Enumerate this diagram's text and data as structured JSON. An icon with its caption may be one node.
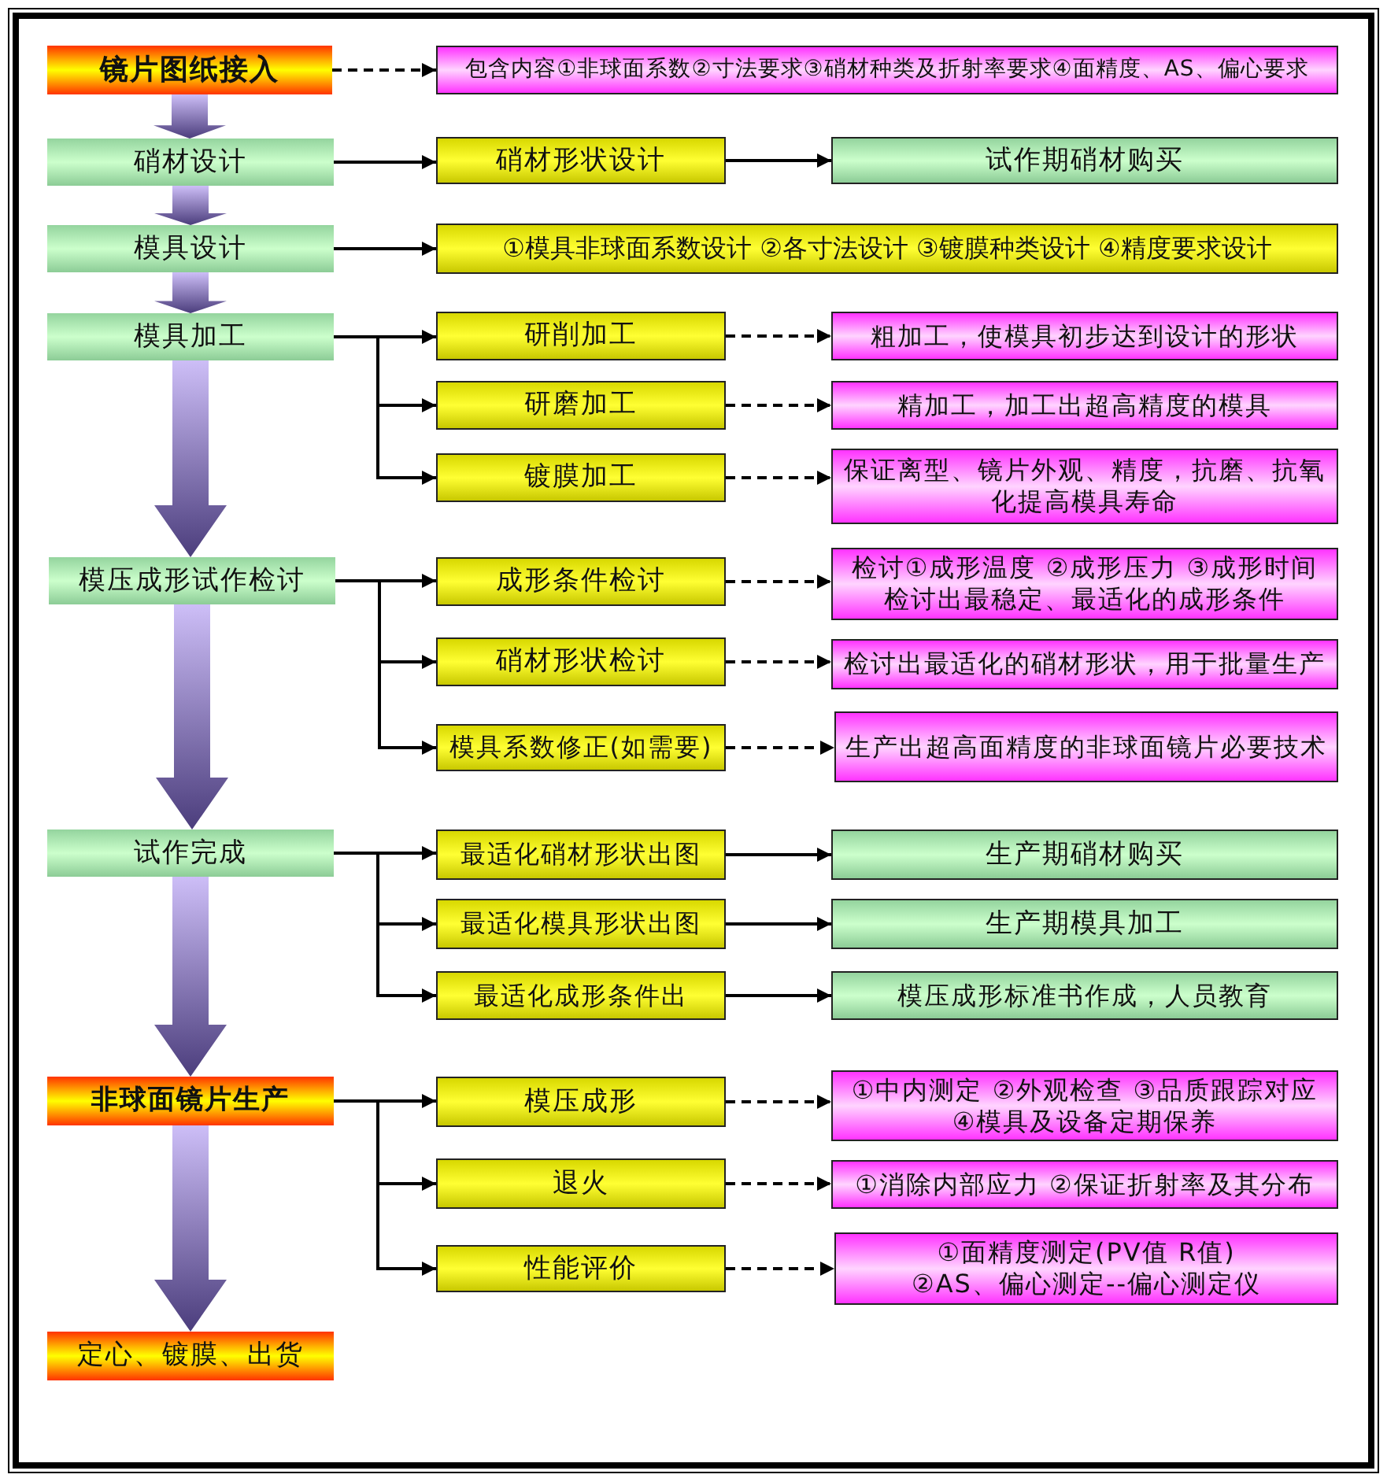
{
  "diagram": {
    "nodes": [
      {
        "text": [
          "镜片图纸接入"
        ]
      },
      {
        "text": [
          "包含内容①非球面系数②寸法要求③硝材种类及折射率要求④面精度、AS、偏心要求"
        ]
      },
      {
        "text": [
          "硝材设计"
        ]
      },
      {
        "text": [
          "硝材形状设计"
        ]
      },
      {
        "text": [
          "试作期硝材购买"
        ]
      },
      {
        "text": [
          "模具设计"
        ]
      },
      {
        "text": [
          "①模具非球面系数设计 ②各寸法设计 ③镀膜种类设计 ④精度要求设计"
        ]
      },
      {
        "text": [
          "模具加工"
        ]
      },
      {
        "text": [
          "研削加工"
        ]
      },
      {
        "text": [
          "粗加工，使模具初步达到设计的形状"
        ]
      },
      {
        "text": [
          "研磨加工"
        ]
      },
      {
        "text": [
          "精加工，加工出超高精度的模具"
        ]
      },
      {
        "text": [
          "镀膜加工"
        ]
      },
      {
        "text": [
          "保证离型、镜片外观、精度，抗磨、抗氧化提高模具寿命"
        ]
      },
      {
        "text": [
          "模压成形试作检讨"
        ]
      },
      {
        "text": [
          "成形条件检讨"
        ]
      },
      {
        "text": [
          "检讨①成形温度 ②成形压力 ③成形时间",
          "检讨出最稳定、最适化的成形条件"
        ]
      },
      {
        "text": [
          "硝材形状检讨"
        ]
      },
      {
        "text": [
          "检讨出最适化的硝材形状，用于批量生产"
        ]
      },
      {
        "text": [
          "模具系数修正(如需要)"
        ]
      },
      {
        "text": [
          "生产出超高面精度的非球面镜片必要技术"
        ]
      },
      {
        "text": [
          "试作完成"
        ]
      },
      {
        "text": [
          "最适化硝材形状出图"
        ]
      },
      {
        "text": [
          "生产期硝材购买"
        ]
      },
      {
        "text": [
          "最适化模具形状出图"
        ]
      },
      {
        "text": [
          "生产期模具加工"
        ]
      },
      {
        "text": [
          "最适化成形条件出"
        ]
      },
      {
        "text": [
          "模压成形标准书作成，人员教育"
        ]
      },
      {
        "text": [
          "非球面镜片生产"
        ]
      },
      {
        "text": [
          "模压成形"
        ]
      },
      {
        "text": [
          "①中内测定 ②外观检查 ③品质跟踪对应 ④模具及设备定期保养"
        ]
      },
      {
        "text": [
          "退火"
        ]
      },
      {
        "text": [
          "①消除内部应力 ②保证折射率及其分布"
        ]
      },
      {
        "text": [
          "性能评价"
        ]
      },
      {
        "text": [
          "①面精度测定(PV值 R值)",
          "②AS、偏心测定--偏心测定仪"
        ]
      },
      {
        "text": [
          "定心、镀膜、出货"
        ]
      }
    ],
    "edges": [
      {
        "from": 0,
        "to": 1,
        "arrow": "to",
        "style": "dashed"
      },
      {
        "from": 0,
        "to": 2,
        "arrow": "to",
        "style": "thick",
        "color": "#4b3d7c"
      },
      {
        "from": 2,
        "to": 3,
        "arrow": "to"
      },
      {
        "from": 3,
        "to": 4,
        "arrow": "to"
      },
      {
        "from": 2,
        "to": 5,
        "arrow": "to",
        "style": "thick",
        "color": "#4b3d7c"
      },
      {
        "from": 5,
        "to": 6,
        "arrow": "to"
      },
      {
        "from": 5,
        "to": 7,
        "arrow": "to",
        "style": "thick",
        "color": "#4b3d7c"
      },
      {
        "from": 7,
        "to": 8,
        "arrow": "to"
      },
      {
        "from": 7,
        "to": 10,
        "arrow": "to"
      },
      {
        "from": 7,
        "to": 12,
        "arrow": "to"
      },
      {
        "from": 8,
        "to": 9,
        "arrow": "to",
        "style": "dashed"
      },
      {
        "from": 10,
        "to": 11,
        "arrow": "to",
        "style": "dashed"
      },
      {
        "from": 12,
        "to": 13,
        "arrow": "to",
        "style": "dashed"
      },
      {
        "from": 7,
        "to": 14,
        "arrow": "to",
        "style": "thick",
        "color": "#4b3d7c"
      },
      {
        "from": 14,
        "to": 15,
        "arrow": "to"
      },
      {
        "from": 14,
        "to": 17,
        "arrow": "to"
      },
      {
        "from": 14,
        "to": 19,
        "arrow": "to"
      },
      {
        "from": 15,
        "to": 16,
        "arrow": "to",
        "style": "dashed"
      },
      {
        "from": 17,
        "to": 18,
        "arrow": "to",
        "style": "dashed"
      },
      {
        "from": 19,
        "to": 20,
        "arrow": "to",
        "style": "dashed"
      },
      {
        "from": 14,
        "to": 21,
        "arrow": "to",
        "style": "thick",
        "color": "#4b3d7c"
      },
      {
        "from": 21,
        "to": 22,
        "arrow": "to"
      },
      {
        "from": 21,
        "to": 24,
        "arrow": "to"
      },
      {
        "from": 21,
        "to": 26,
        "arrow": "to"
      },
      {
        "from": 22,
        "to": 23,
        "arrow": "to"
      },
      {
        "from": 24,
        "to": 25,
        "arrow": "to"
      },
      {
        "from": 26,
        "to": 27,
        "arrow": "to"
      },
      {
        "from": 21,
        "to": 28,
        "arrow": "to",
        "style": "thick",
        "color": "#4b3d7c"
      },
      {
        "from": 28,
        "to": 29,
        "arrow": "to"
      },
      {
        "from": 28,
        "to": 31,
        "arrow": "to"
      },
      {
        "from": 28,
        "to": 33,
        "arrow": "to"
      },
      {
        "from": 29,
        "to": 30,
        "arrow": "to",
        "style": "dashed"
      },
      {
        "from": 31,
        "to": 32,
        "arrow": "to",
        "style": "dashed"
      },
      {
        "from": 33,
        "to": 34,
        "arrow": "to",
        "style": "dashed"
      },
      {
        "from": 28,
        "to": 35,
        "arrow": "to",
        "style": "thick",
        "color": "#4b3d7c"
      }
    ]
  }
}
